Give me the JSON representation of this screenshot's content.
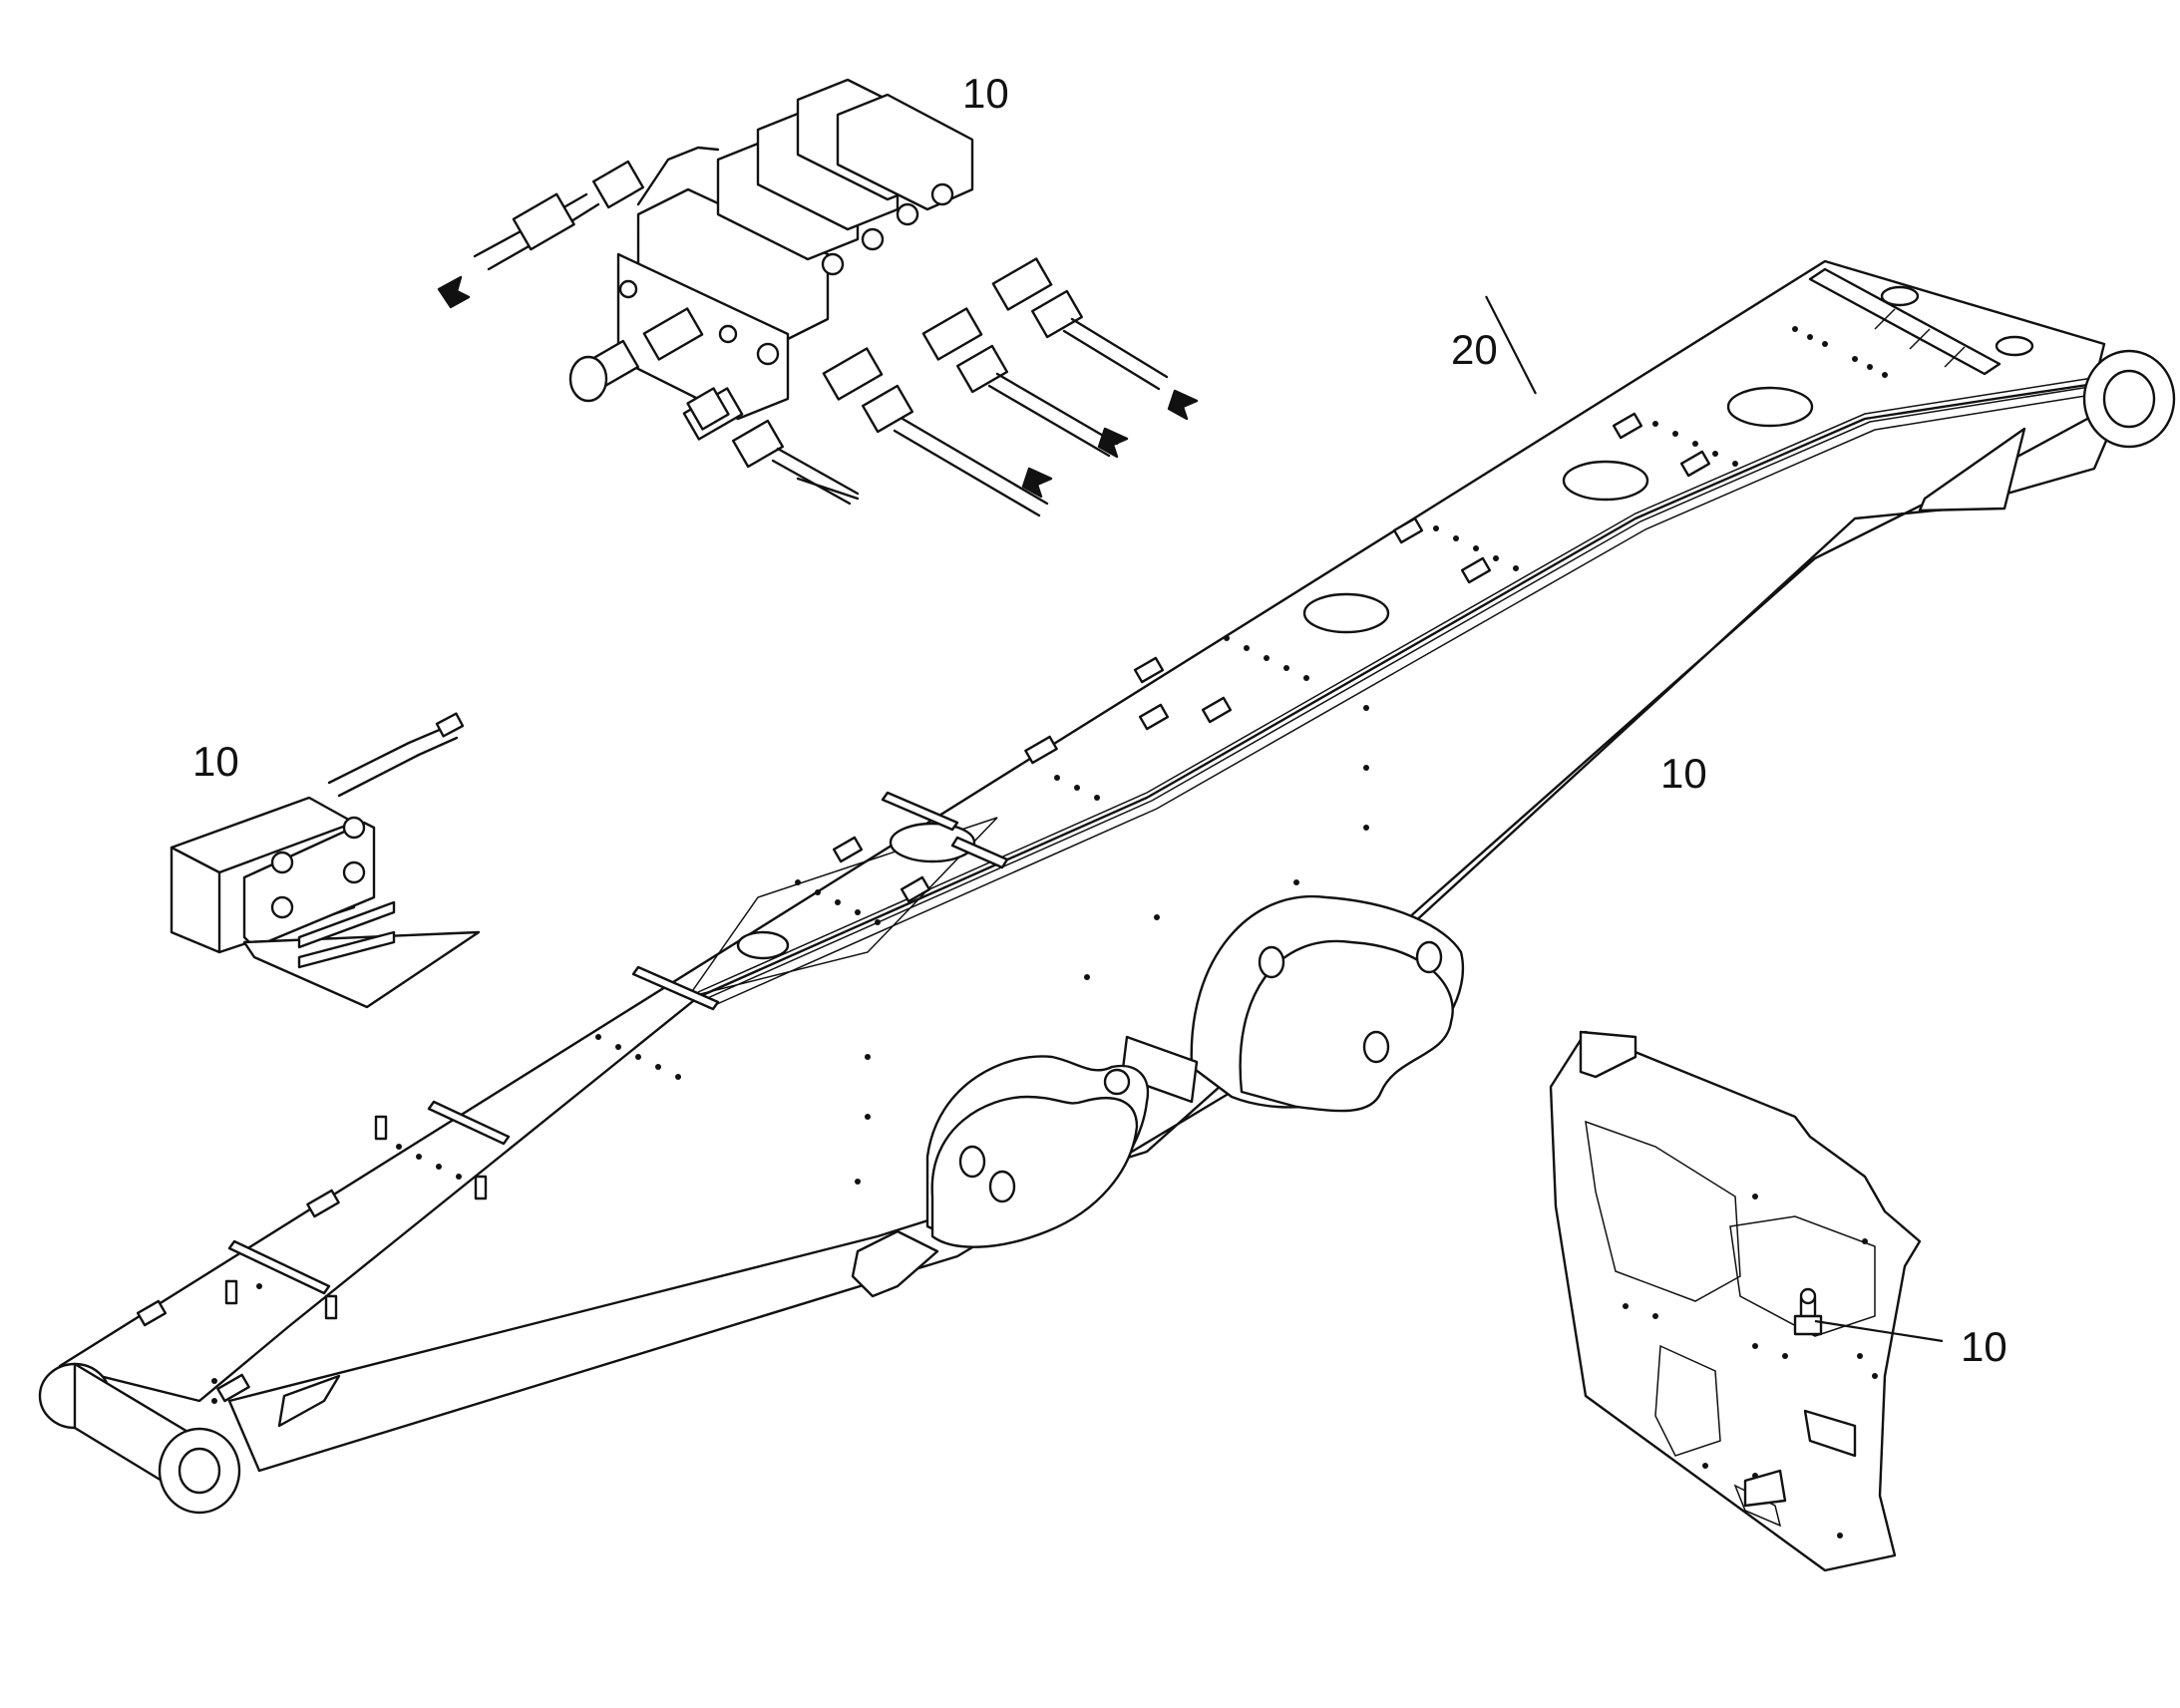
{
  "callouts": {
    "valve_block": "10",
    "boom": "20",
    "boom_underside": "10",
    "sensor_bracket": "10",
    "frame_sensor": "10"
  },
  "colors": {
    "ink": "#111111",
    "paper": "#ffffff"
  }
}
